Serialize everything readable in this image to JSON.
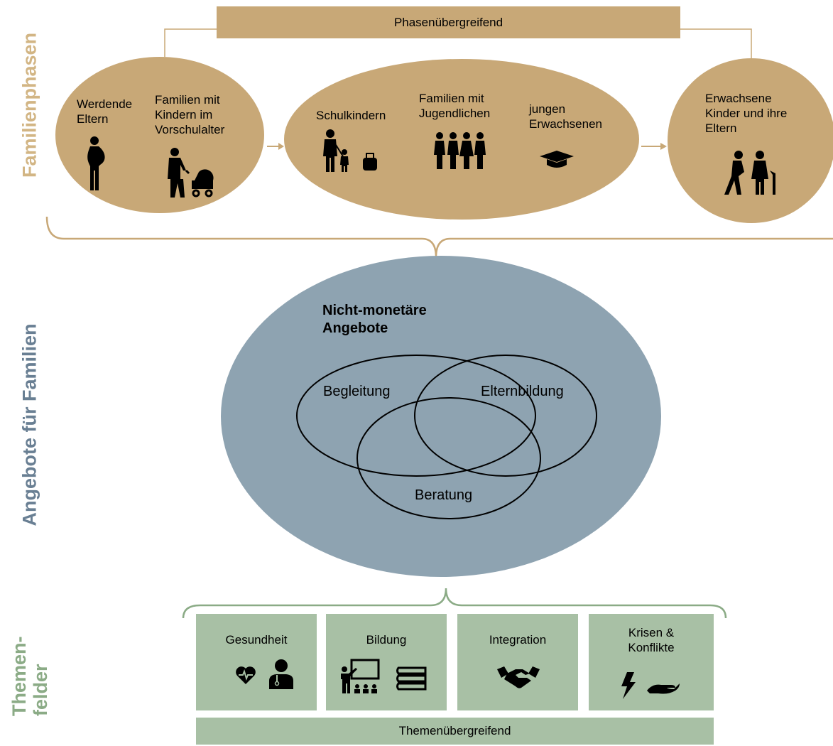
{
  "colors": {
    "gold": "#c8a877",
    "blue_gray": "#8ea3b1",
    "green": "#a8c0a5",
    "side_gold": "#d2b584",
    "side_blue": "#697f93",
    "side_green": "#8bab86"
  },
  "side_labels": {
    "phases": "Familienphasen",
    "offers": "Angebote für Familien",
    "themes_line1": "Themen-",
    "themes_line2": "felder"
  },
  "phases": {
    "cross_label": "Phasenübergreifend",
    "groups": [
      {
        "lines": [
          "Werdende",
          "Eltern"
        ],
        "icon": "pregnant-woman-icon"
      },
      {
        "lines": [
          "Familien mit",
          "Kindern im",
          "Vorschulalter"
        ],
        "icon": "mother-with-stroller-icon"
      },
      {
        "lines": [
          "Schulkindern"
        ],
        "icon": "parent-child-schoolbag-icon"
      },
      {
        "lines": [
          "Familien mit",
          "Jugendlichen"
        ],
        "icon": "group-of-teens-icon"
      },
      {
        "lines": [
          "jungen",
          "Erwachsenen"
        ],
        "icon": "graduation-cap-icon"
      },
      {
        "lines": [
          "Erwachsene",
          "Kinder und ihre",
          "Eltern"
        ],
        "icon": "elderly-couple-icon"
      }
    ]
  },
  "offers": {
    "title_line1": "Nicht-monetäre",
    "title_line2": "Angebote",
    "circles": [
      "Begleitung",
      "Elternbildung",
      "Beratung"
    ]
  },
  "themes": {
    "cross_label": "Themenübergreifend",
    "items": [
      {
        "lines": [
          "Gesundheit"
        ],
        "icons": [
          "heartbeat-icon",
          "doctor-icon"
        ]
      },
      {
        "lines": [
          "Bildung"
        ],
        "icons": [
          "teacher-board-icon",
          "books-icon"
        ]
      },
      {
        "lines": [
          "Integration"
        ],
        "icons": [
          "handshake-icon"
        ]
      },
      {
        "lines": [
          "Krisen &",
          "Konflikte"
        ],
        "icons": [
          "lightning-icon",
          "helping-hand-icon"
        ]
      }
    ]
  }
}
